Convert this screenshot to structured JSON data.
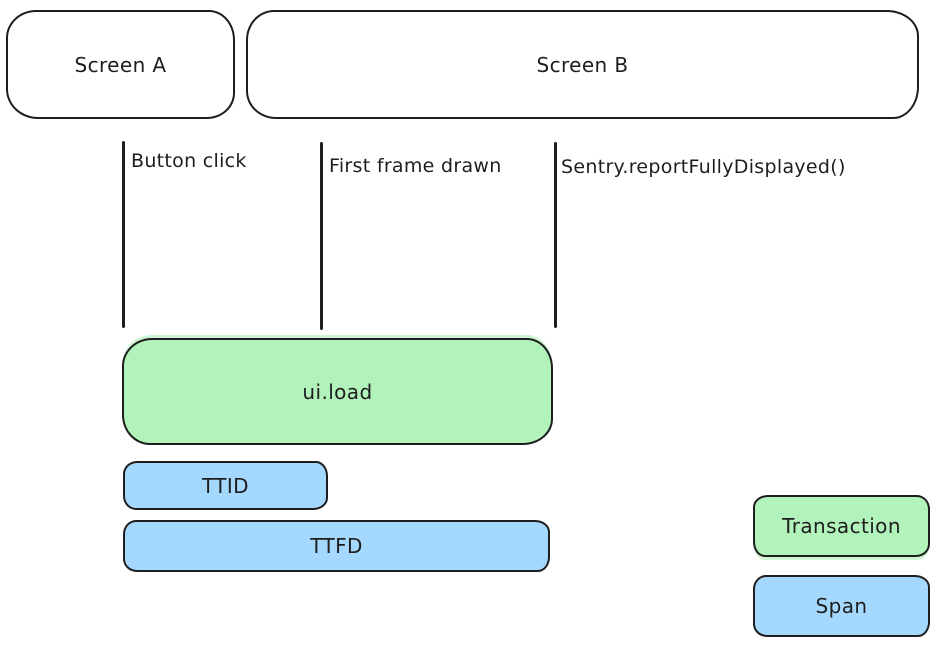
{
  "colors": {
    "transaction": "#b2f2bb",
    "span": "#a5d8ff",
    "stroke": "#1e1e1e",
    "background": "#ffffff"
  },
  "screens": [
    {
      "label": "Screen A"
    },
    {
      "label": "Screen B"
    }
  ],
  "events": [
    {
      "label": "Button click"
    },
    {
      "label": "First frame drawn"
    },
    {
      "label": "Sentry.reportFullyDisplayed()"
    }
  ],
  "bars": [
    {
      "label": "ui.load",
      "type": "transaction"
    },
    {
      "label": "TTID",
      "type": "span"
    },
    {
      "label": "TTFD",
      "type": "span"
    }
  ],
  "legend": [
    {
      "label": "Transaction",
      "type": "transaction"
    },
    {
      "label": "Span",
      "type": "span"
    }
  ]
}
